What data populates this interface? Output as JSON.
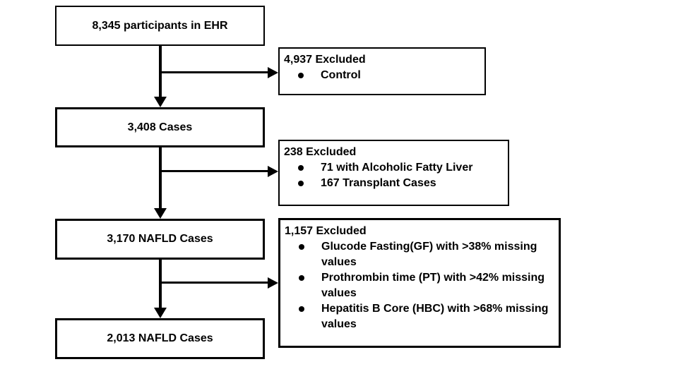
{
  "diagram": {
    "type": "participant-flow-diagram",
    "colors": {
      "background": "#ffffff",
      "border": "#000000",
      "text": "#000000",
      "arrow": "#000000"
    }
  },
  "flow_boxes": [
    {
      "label": "8,345 participants in EHR"
    },
    {
      "label": "3,408 Cases"
    },
    {
      "label": "3,170 NAFLD Cases"
    },
    {
      "label": "2,013 NAFLD Cases"
    }
  ],
  "exclusion_boxes": [
    {
      "title": "4,937 Excluded",
      "bullets": [
        "Control"
      ]
    },
    {
      "title": "238 Excluded",
      "bullets": [
        "71 with Alcoholic Fatty Liver",
        "167 Transplant Cases"
      ]
    },
    {
      "title": "1,157 Excluded",
      "bullets": [
        "Glucode Fasting(GF) with >38% missing values",
        "Prothrombin time (PT) with >42% missing values",
        "Hepatitis B Core (HBC) with >68% missing values"
      ]
    }
  ]
}
